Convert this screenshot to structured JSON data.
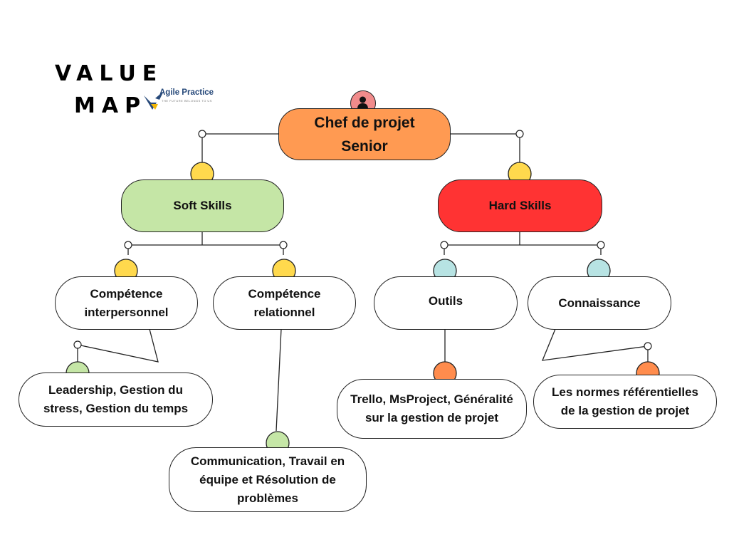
{
  "title": {
    "line1": "VALUE",
    "line2": "MAP"
  },
  "logo": {
    "name": "Agile Practice",
    "tagline": "THE FUTURE BELONGS TO US"
  },
  "colors": {
    "root": "#ff9a52",
    "soft": "#c5e6a6",
    "hard": "#ff3333",
    "dot_yellow": "#ffd94d",
    "dot_teal": "#b7e3e3",
    "dot_green": "#c5e6a6",
    "dot_orange": "#ff8c4d",
    "avatar": "#f18b8b"
  },
  "root": {
    "label": "Chef de projet\nSenior",
    "icon": "person-icon"
  },
  "branches": {
    "soft": {
      "label": "Soft Skills",
      "children": [
        {
          "label": "Compétence\ninterpersonnel",
          "detail": "Leadership, Gestion du\nstress, Gestion du temps"
        },
        {
          "label": "Compétence\nrelationnel",
          "detail": "Communication, Travail en\néquipe et Résolution de\nproblèmes"
        }
      ]
    },
    "hard": {
      "label": "Hard Skills",
      "children": [
        {
          "label": "Outils",
          "detail": "Trello, MsProject, Généralité\nsur la gestion de projet"
        },
        {
          "label": "Connaissance",
          "detail": "Les normes référentielles\nde la gestion de projet"
        }
      ]
    }
  }
}
